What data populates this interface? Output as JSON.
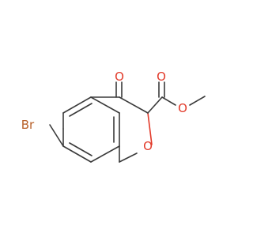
{
  "molecule": {
    "atom_labels": {
      "ketone_oxygen": "O",
      "ring_oxygen": "O",
      "ester_carbonyl_oxygen": "O",
      "ester_oxygen": "O",
      "bromine": "Br"
    },
    "colors": {
      "bond": "#3a3a3a",
      "oxygen": "#e23a2a",
      "bromine": "#b8612a",
      "background": "#ffffff"
    }
  }
}
